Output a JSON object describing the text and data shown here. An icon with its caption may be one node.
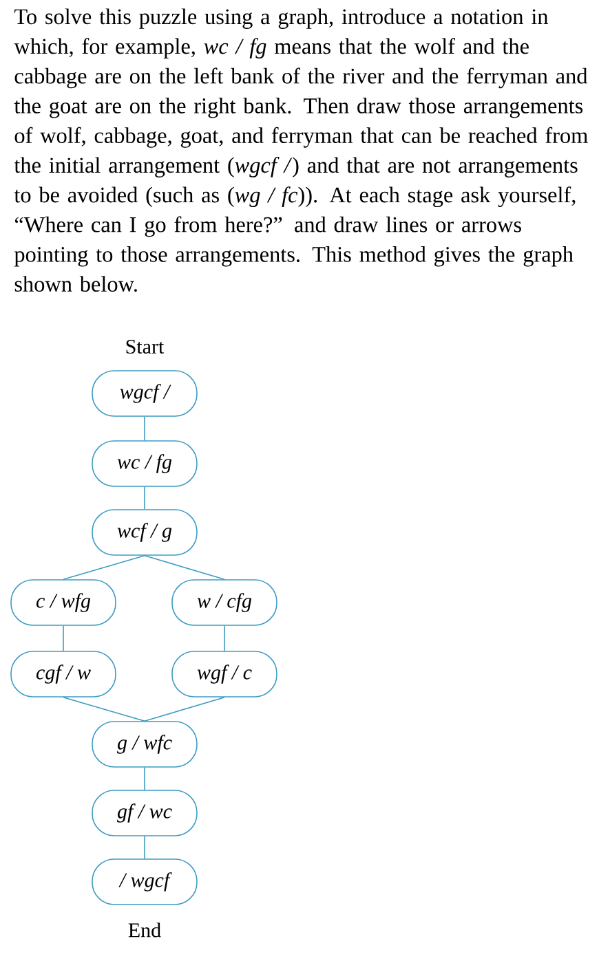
{
  "diagram": {
    "nodes": [
      {
        "text": [
          "wgcf /"
        ]
      },
      {
        "text": [
          "wc / fg"
        ]
      },
      {
        "text": [
          "wcf / g"
        ]
      },
      {
        "text": [
          "c / wfg"
        ]
      },
      {
        "text": [
          "w / cfg"
        ]
      },
      {
        "text": [
          "cgf / w"
        ]
      },
      {
        "text": [
          "wgf / c"
        ]
      },
      {
        "text": [
          "g / wfc"
        ]
      },
      {
        "text": [
          "gf / wc"
        ]
      },
      {
        "text": [
          "/ wgcf"
        ]
      }
    ],
    "edges": [
      {
        "from": 0,
        "to": 1,
        "arrow": "none"
      },
      {
        "from": 1,
        "to": 2,
        "arrow": "none"
      },
      {
        "from": 2,
        "to": 3,
        "arrow": "none"
      },
      {
        "from": 2,
        "to": 4,
        "arrow": "none"
      },
      {
        "from": 3,
        "to": 5,
        "arrow": "none"
      },
      {
        "from": 4,
        "to": 6,
        "arrow": "none"
      },
      {
        "from": 5,
        "to": 7,
        "arrow": "none"
      },
      {
        "from": 6,
        "to": 7,
        "arrow": "none"
      },
      {
        "from": 7,
        "to": 8,
        "arrow": "none"
      },
      {
        "from": 8,
        "to": 9,
        "arrow": "none"
      }
    ],
    "labels": [
      "To solve this puzzle using a graph, introduce a notation in which, for example, *wc / fg* means that the wolf and the cabbage are on the left bank of the river and the ferryman and the goat are on the right bank. Then draw those arrangements of wolf, cabbage, goat, and ferryman that can be reached from the initial arrangement (*wgcf /*) and that are not arrangements to be avoided (such as (*wg / fc*)). At each stage ask yourself, “Where can I go from here?” and draw lines or arrows pointing to those arrangements. This method gives the graph shown below.",
      "Start",
      "End"
    ]
  }
}
